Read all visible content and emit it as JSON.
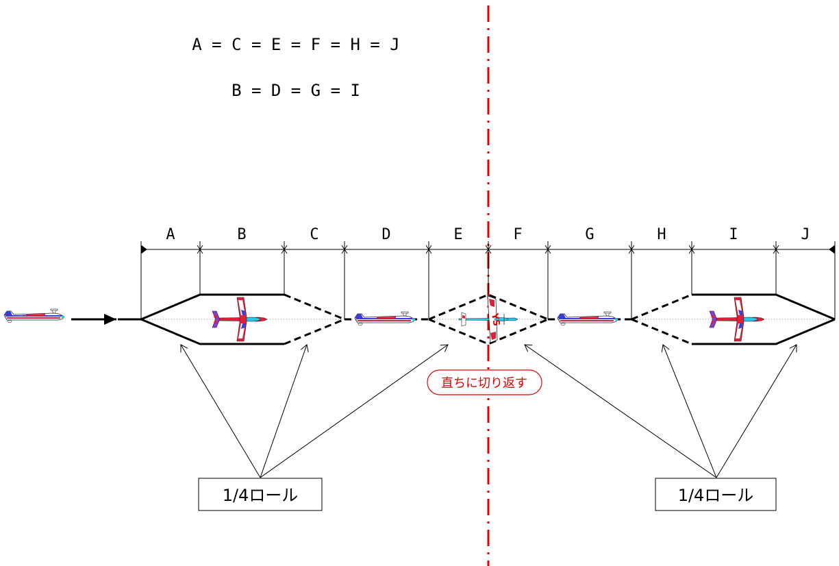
{
  "equations": {
    "line1": "A = C = E = F = H = J",
    "line2": "B = D = G = I"
  },
  "segments": [
    "A",
    "B",
    "C",
    "D",
    "E",
    "F",
    "G",
    "H",
    "I",
    "J"
  ],
  "callouts": {
    "left_label": "1/4ロール",
    "right_label": "1/4ロール",
    "center_label": "直ちに切り返す"
  },
  "colors": {
    "center_line": "#e00000",
    "center_label": "#e00000",
    "lines": "#000000"
  },
  "icons": {
    "aircraft": "rc-aerobatic-plane-icon",
    "direction": "direction-arrow-icon"
  }
}
